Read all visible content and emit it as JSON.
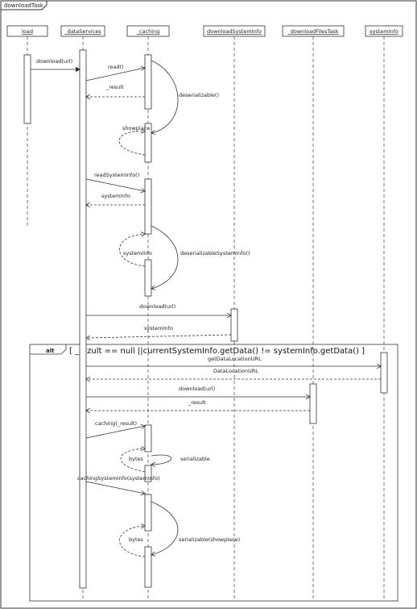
{
  "frame": {
    "title": "downloadTask"
  },
  "lifelines": [
    {
      "id": "load",
      "label": "load"
    },
    {
      "id": "dataServices",
      "label": "_dataServices"
    },
    {
      "id": "caching",
      "label": "_caching"
    },
    {
      "id": "downloadSystemInfo",
      "label": "downloadSystemInfo"
    },
    {
      "id": "downloadFilesTask",
      "label": "_downloadFilesTask"
    },
    {
      "id": "systemInfo",
      "label": "systemInfo"
    }
  ],
  "alt_fragment": {
    "operator": "alt",
    "guard": "[ _rezult == null ||currentSystemInfo.getData() != systemInfo.getData()  ]"
  },
  "messages": [
    {
      "label": "download(url)"
    },
    {
      "label": "read()"
    },
    {
      "label": "_result"
    },
    {
      "label": "deserializable()"
    },
    {
      "label": "showplace"
    },
    {
      "label": "readSystemInfo()"
    },
    {
      "label": "systemInfo"
    },
    {
      "label": "systemInfo"
    },
    {
      "label": "deserializableSystemInfo()"
    },
    {
      "label": "download(url)"
    },
    {
      "label": "systemInfo"
    },
    {
      "label": "getDataLocationURL"
    },
    {
      "label": "DataLocationURL"
    },
    {
      "label": "download(url)"
    },
    {
      "label": "_result"
    },
    {
      "label": "caching(_result)"
    },
    {
      "label": "bytes"
    },
    {
      "label": "serializable"
    },
    {
      "label": "cachingSystemInfo(systemInfo)"
    },
    {
      "label": "bytes"
    },
    {
      "label": "serializable(showplace)"
    }
  ]
}
